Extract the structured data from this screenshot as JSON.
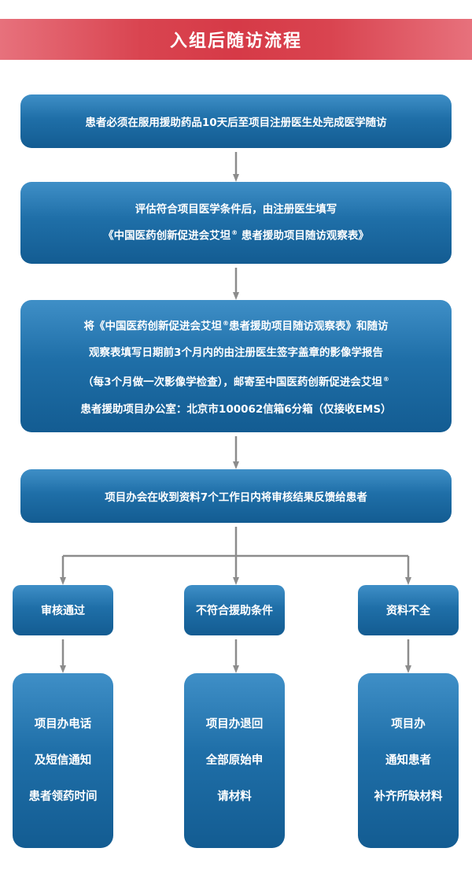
{
  "title": "入组后随访流程",
  "steps": [
    {
      "lines": [
        "患者必须在服用援助药品10天后至项目注册医生处完成医学随访"
      ]
    },
    {
      "lines": [
        "评估符合项目医学条件后，由注册医生填写",
        "《中国医药创新促进会艾坦® 患者援助项目随访观察表》"
      ]
    },
    {
      "lines": [
        "将《中国医药创新促进会艾坦®患者援助项目随访观察表》和随访",
        "观察表填写日期前3个月内的由注册医生签字盖章的影像学报告",
        "（每3个月做一次影像学检查），邮寄至中国医药创新促进会艾坦®",
        "患者援助项目办公室：北京市100062信箱6分箱（仅接收EMS）"
      ]
    },
    {
      "lines": [
        "项目办会在收到资料7个工作日内将审核结果反馈给患者"
      ]
    }
  ],
  "branches": [
    {
      "label": "审核通过",
      "result": [
        "项目办电话",
        "及短信通知",
        "患者领药时间"
      ]
    },
    {
      "label": "不符合援助条件",
      "result": [
        "项目办退回",
        "全部原始申",
        "请材料"
      ]
    },
    {
      "label": "资料不全",
      "result": [
        "项目办",
        "通知患者",
        "补齐所缺材料"
      ]
    }
  ]
}
